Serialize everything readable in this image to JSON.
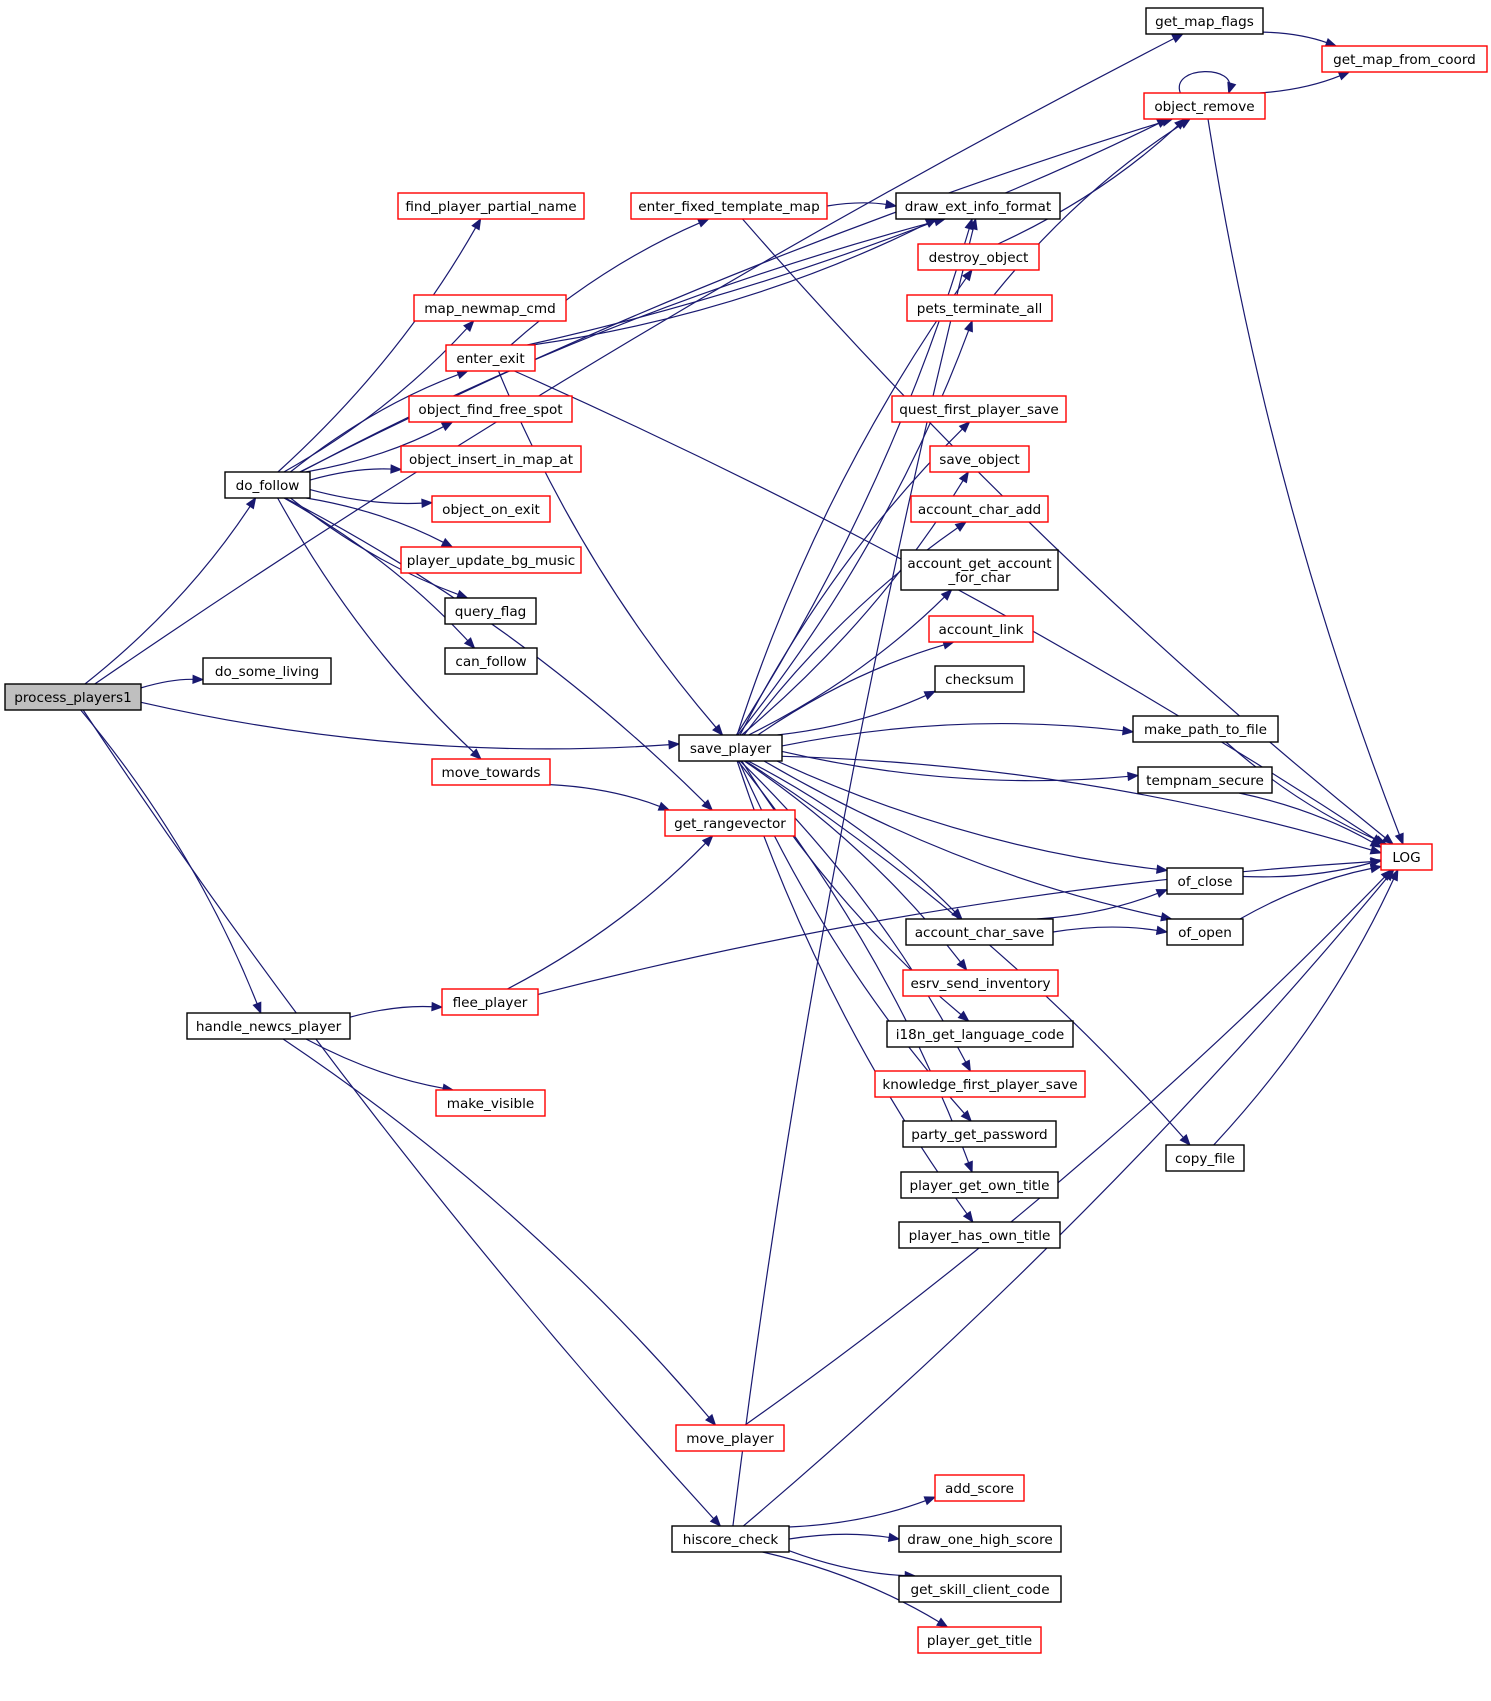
{
  "colors": {
    "edge": "#191970",
    "node_border_default": "#000000",
    "node_border_truncated": "#ff0000",
    "node_fill_default": "#ffffff",
    "node_fill_root": "#bfbfbf"
  },
  "nodes": [
    {
      "id": "process_players1",
      "label": "process_players1",
      "root": true
    },
    {
      "id": "do_follow",
      "label": "do_follow"
    },
    {
      "id": "do_some_living",
      "label": "do_some_living"
    },
    {
      "id": "handle_newcs_player",
      "label": "handle_newcs_player"
    },
    {
      "id": "hiscore_check",
      "label": "hiscore_check"
    },
    {
      "id": "save_player",
      "label": "save_player"
    },
    {
      "id": "get_map_flags",
      "label": "get_map_flags"
    },
    {
      "id": "object_remove",
      "label": "object_remove",
      "truncated": true
    },
    {
      "id": "get_map_from_coord",
      "label": "get_map_from_coord",
      "truncated": true
    },
    {
      "id": "LOG",
      "label": "LOG",
      "truncated": true
    },
    {
      "id": "find_player_partial_name",
      "label": "find_player_partial_name",
      "truncated": true
    },
    {
      "id": "map_newmap_cmd",
      "label": "map_newmap_cmd",
      "truncated": true
    },
    {
      "id": "enter_exit",
      "label": "enter_exit",
      "truncated": true
    },
    {
      "id": "object_find_free_spot",
      "label": "object_find_free_spot",
      "truncated": true
    },
    {
      "id": "object_insert_in_map_at",
      "label": "object_insert_in_map_at",
      "truncated": true
    },
    {
      "id": "object_on_exit",
      "label": "object_on_exit",
      "truncated": true
    },
    {
      "id": "player_update_bg_music",
      "label": "player_update_bg_music",
      "truncated": true
    },
    {
      "id": "query_flag",
      "label": "query_flag"
    },
    {
      "id": "can_follow",
      "label": "can_follow"
    },
    {
      "id": "move_towards",
      "label": "move_towards",
      "truncated": true
    },
    {
      "id": "get_rangevector",
      "label": "get_rangevector",
      "truncated": true
    },
    {
      "id": "enter_fixed_template_map",
      "label": "enter_fixed_template_map",
      "truncated": true
    },
    {
      "id": "draw_ext_info_format",
      "label": "draw_ext_info_format"
    },
    {
      "id": "destroy_object",
      "label": "destroy_object",
      "truncated": true
    },
    {
      "id": "pets_terminate_all",
      "label": "pets_terminate_all",
      "truncated": true
    },
    {
      "id": "quest_first_player_save",
      "label": "quest_first_player_save",
      "truncated": true
    },
    {
      "id": "save_object",
      "label": "save_object",
      "truncated": true
    },
    {
      "id": "account_char_add",
      "label": "account_char_add",
      "truncated": true
    },
    {
      "id": "account_get_account_for_char",
      "label": "account_get_account\n_for_char"
    },
    {
      "id": "account_link",
      "label": "account_link",
      "truncated": true
    },
    {
      "id": "checksum",
      "label": "checksum"
    },
    {
      "id": "make_path_to_file",
      "label": "make_path_to_file"
    },
    {
      "id": "tempnam_secure",
      "label": "tempnam_secure"
    },
    {
      "id": "of_close",
      "label": "of_close"
    },
    {
      "id": "account_char_save",
      "label": "account_char_save"
    },
    {
      "id": "of_open",
      "label": "of_open"
    },
    {
      "id": "esrv_send_inventory",
      "label": "esrv_send_inventory",
      "truncated": true
    },
    {
      "id": "i18n_get_language_code",
      "label": "i18n_get_language_code"
    },
    {
      "id": "knowledge_first_player_save",
      "label": "knowledge_first_player_save",
      "truncated": true
    },
    {
      "id": "party_get_password",
      "label": "party_get_password"
    },
    {
      "id": "player_get_own_title",
      "label": "player_get_own_title"
    },
    {
      "id": "player_has_own_title",
      "label": "player_has_own_title"
    },
    {
      "id": "copy_file",
      "label": "copy_file"
    },
    {
      "id": "flee_player",
      "label": "flee_player",
      "truncated": true
    },
    {
      "id": "make_visible",
      "label": "make_visible",
      "truncated": true
    },
    {
      "id": "move_player",
      "label": "move_player",
      "truncated": true
    },
    {
      "id": "add_score",
      "label": "add_score",
      "truncated": true
    },
    {
      "id": "draw_one_high_score",
      "label": "draw_one_high_score"
    },
    {
      "id": "get_skill_client_code",
      "label": "get_skill_client_code"
    },
    {
      "id": "player_get_title",
      "label": "player_get_title",
      "truncated": true
    }
  ],
  "edges": [
    [
      "process_players1",
      "get_map_flags"
    ],
    [
      "process_players1",
      "do_follow"
    ],
    [
      "process_players1",
      "do_some_living"
    ],
    [
      "process_players1",
      "save_player"
    ],
    [
      "process_players1",
      "handle_newcs_player"
    ],
    [
      "process_players1",
      "hiscore_check"
    ],
    [
      "get_map_flags",
      "get_map_from_coord"
    ],
    [
      "object_remove",
      "get_map_from_coord"
    ],
    [
      "object_remove",
      "object_remove"
    ],
    [
      "object_remove",
      "LOG"
    ],
    [
      "do_follow",
      "object_remove"
    ],
    [
      "do_follow",
      "find_player_partial_name"
    ],
    [
      "do_follow",
      "draw_ext_info_format"
    ],
    [
      "do_follow",
      "map_newmap_cmd"
    ],
    [
      "do_follow",
      "enter_exit"
    ],
    [
      "do_follow",
      "object_find_free_spot"
    ],
    [
      "do_follow",
      "object_insert_in_map_at"
    ],
    [
      "do_follow",
      "object_on_exit"
    ],
    [
      "do_follow",
      "player_update_bg_music"
    ],
    [
      "do_follow",
      "query_flag"
    ],
    [
      "do_follow",
      "can_follow"
    ],
    [
      "do_follow",
      "move_towards"
    ],
    [
      "do_follow",
      "get_rangevector"
    ],
    [
      "enter_exit",
      "object_remove"
    ],
    [
      "enter_exit",
      "enter_fixed_template_map"
    ],
    [
      "enter_exit",
      "draw_ext_info_format"
    ],
    [
      "enter_exit",
      "LOG"
    ],
    [
      "enter_exit",
      "save_player"
    ],
    [
      "enter_fixed_template_map",
      "draw_ext_info_format"
    ],
    [
      "enter_fixed_template_map",
      "LOG"
    ],
    [
      "move_towards",
      "get_rangevector"
    ],
    [
      "destroy_object",
      "object_remove"
    ],
    [
      "pets_terminate_all",
      "object_remove"
    ],
    [
      "save_player",
      "draw_ext_info_format"
    ],
    [
      "save_player",
      "destroy_object"
    ],
    [
      "save_player",
      "pets_terminate_all"
    ],
    [
      "save_player",
      "quest_first_player_save"
    ],
    [
      "save_player",
      "save_object"
    ],
    [
      "save_player",
      "account_char_add"
    ],
    [
      "save_player",
      "account_get_account_for_char"
    ],
    [
      "save_player",
      "account_link"
    ],
    [
      "save_player",
      "checksum"
    ],
    [
      "save_player",
      "make_path_to_file"
    ],
    [
      "save_player",
      "tempnam_secure"
    ],
    [
      "save_player",
      "LOG"
    ],
    [
      "save_player",
      "of_close"
    ],
    [
      "save_player",
      "account_char_save"
    ],
    [
      "save_player",
      "of_open"
    ],
    [
      "save_player",
      "esrv_send_inventory"
    ],
    [
      "save_player",
      "i18n_get_language_code"
    ],
    [
      "save_player",
      "knowledge_first_player_save"
    ],
    [
      "save_player",
      "party_get_password"
    ],
    [
      "save_player",
      "player_get_own_title"
    ],
    [
      "save_player",
      "player_has_own_title"
    ],
    [
      "save_player",
      "copy_file"
    ],
    [
      "make_path_to_file",
      "LOG"
    ],
    [
      "tempnam_secure",
      "LOG"
    ],
    [
      "of_close",
      "LOG"
    ],
    [
      "of_open",
      "LOG"
    ],
    [
      "account_char_save",
      "of_close"
    ],
    [
      "account_char_save",
      "of_open"
    ],
    [
      "copy_file",
      "LOG"
    ],
    [
      "handle_newcs_player",
      "flee_player"
    ],
    [
      "handle_newcs_player",
      "make_visible"
    ],
    [
      "handle_newcs_player",
      "move_player"
    ],
    [
      "flee_player",
      "get_rangevector"
    ],
    [
      "flee_player",
      "LOG"
    ],
    [
      "move_player",
      "LOG"
    ],
    [
      "hiscore_check",
      "draw_ext_info_format"
    ],
    [
      "hiscore_check",
      "add_score"
    ],
    [
      "hiscore_check",
      "draw_one_high_score"
    ],
    [
      "hiscore_check",
      "get_skill_client_code"
    ],
    [
      "hiscore_check",
      "player_get_title"
    ],
    [
      "hiscore_check",
      "LOG"
    ]
  ]
}
